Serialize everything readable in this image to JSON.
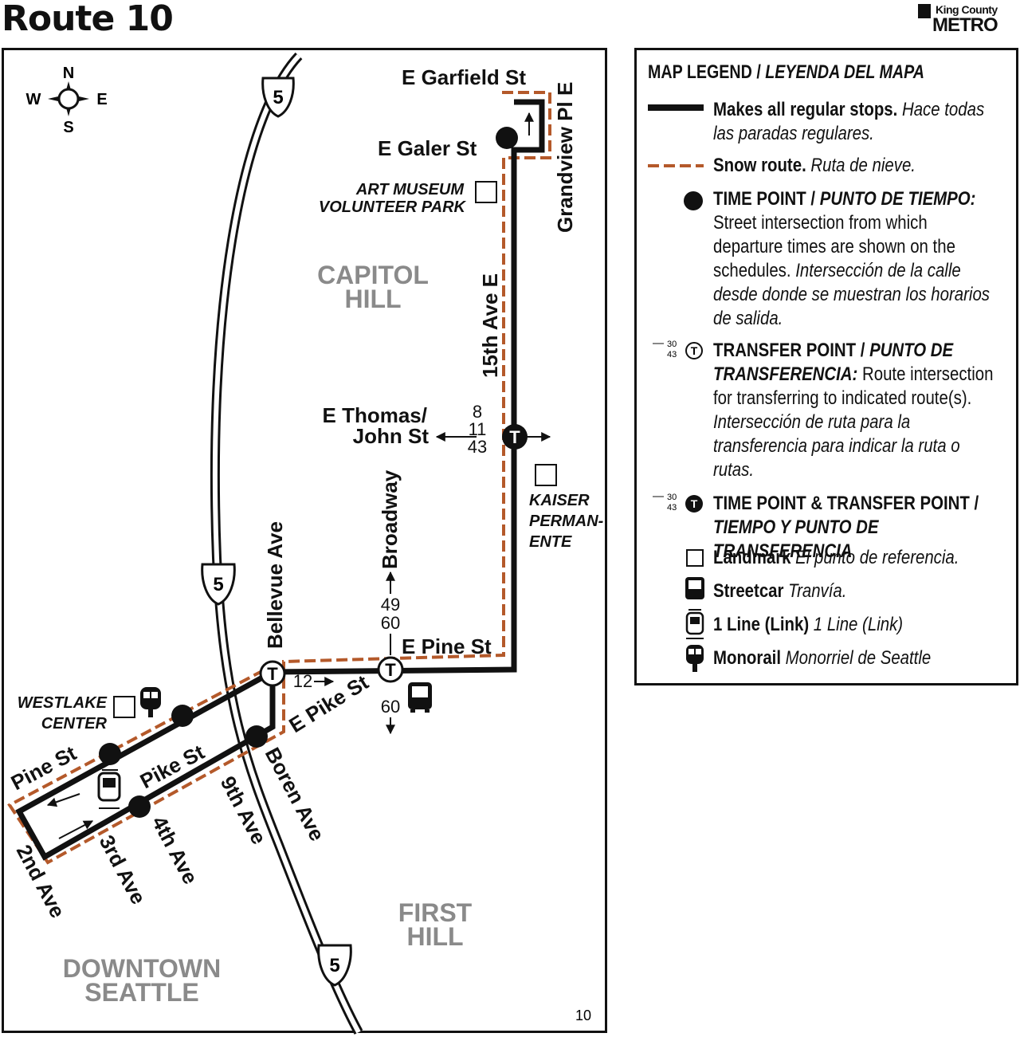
{
  "title": "Route 10",
  "logo": {
    "line1": "King County",
    "line2": "METRO"
  },
  "compass": {
    "n": "N",
    "s": "S",
    "e": "E",
    "w": "W"
  },
  "page_number": "10",
  "streets": {
    "e_garfield": "E Garfield St",
    "grandview": "Grandview Pl E",
    "e_galer": "E Galer St",
    "fifteenth": "15th Ave E",
    "e_thomas": "E Thomas/",
    "john": "John St",
    "broadway": "Broadway",
    "e_pine": "E Pine St",
    "bellevue": "Bellevue Ave",
    "e_pike": "E Pike St",
    "pine": "Pine St",
    "pike": "Pike St",
    "second": "2nd Ave",
    "third": "3rd Ave",
    "fourth": "4th Ave",
    "ninth": "9th Ave",
    "boren": "Boren Ave"
  },
  "neighborhoods": {
    "capitol_1": "CAPITOL",
    "capitol_2": "HILL",
    "first_1": "FIRST",
    "first_2": "HILL",
    "downtown_1": "DOWNTOWN",
    "downtown_2": "SEATTLE"
  },
  "landmarks": {
    "art_1": "ART MUSEUM",
    "art_2": "VOLUNTEER PARK",
    "kaiser_1": "KAISER",
    "kaiser_2": "PERMAN-",
    "kaiser_3": "ENTE",
    "westlake_1": "WESTLAKE",
    "westlake_2": "CENTER"
  },
  "interstate": "5",
  "transfers": {
    "thomas_1": "8",
    "thomas_2": "11",
    "thomas_3": "43",
    "broadway_1": "49",
    "broadway_2": "60",
    "broadway_s": "60",
    "bellevue_e": "12",
    "t_letter": "T"
  },
  "legend": {
    "title": "MAP LEGEND / ",
    "title_es": "LEYENDA DEL MAPA",
    "regular_b": "Makes all regular stops.",
    "regular_es1": " Hace todas",
    "regular_es2": "las paradas regulares.",
    "snow_b": "Snow route.",
    "snow_es": " Ruta de nieve.",
    "tp_b": "TIME POINT / ",
    "tp_bi": "PUNTO DE TIEMPO:",
    "tp_l1": "Street intersection from which",
    "tp_l2": "departure times are shown on the",
    "tp_l3": "schedules.",
    "tp_l3es": " Intersección de la calle",
    "tp_l4": "desde donde se muestran los horarios",
    "tp_l5": "de salida.",
    "tr_b": "TRANSFER POINT / ",
    "tr_bi": "PUNTO DE",
    "tr_bi2": "TRANSFERENCIA:",
    "tr_l2": " Route intersection",
    "tr_l3": "for transferring to indicated route(s).",
    "tr_l4": "Intersección de ruta para la",
    "tr_l5": "transferencia para indicar la ruta o",
    "tr_l6": "rutas.",
    "tt_b": "TIME POINT & TRANSFER POINT /",
    "tt_bi": "TIEMPO Y PUNTO DE TRANSFERENCIA",
    "lm_b": "Landmark",
    "lm_es": " El punto de referencia.",
    "sc_b": "Streetcar",
    "sc_es": " Tranvía.",
    "link_b": "1 Line (Link)",
    "link_es": " 1 Line (Link)",
    "mono_b": "Monorail",
    "mono_es": " Monorriel de Seattle",
    "sym_n1": "30",
    "sym_n2": "43"
  },
  "colors": {
    "route": "#111111",
    "snow": "#b4592a",
    "neighborhood": "#8a8a8a"
  }
}
